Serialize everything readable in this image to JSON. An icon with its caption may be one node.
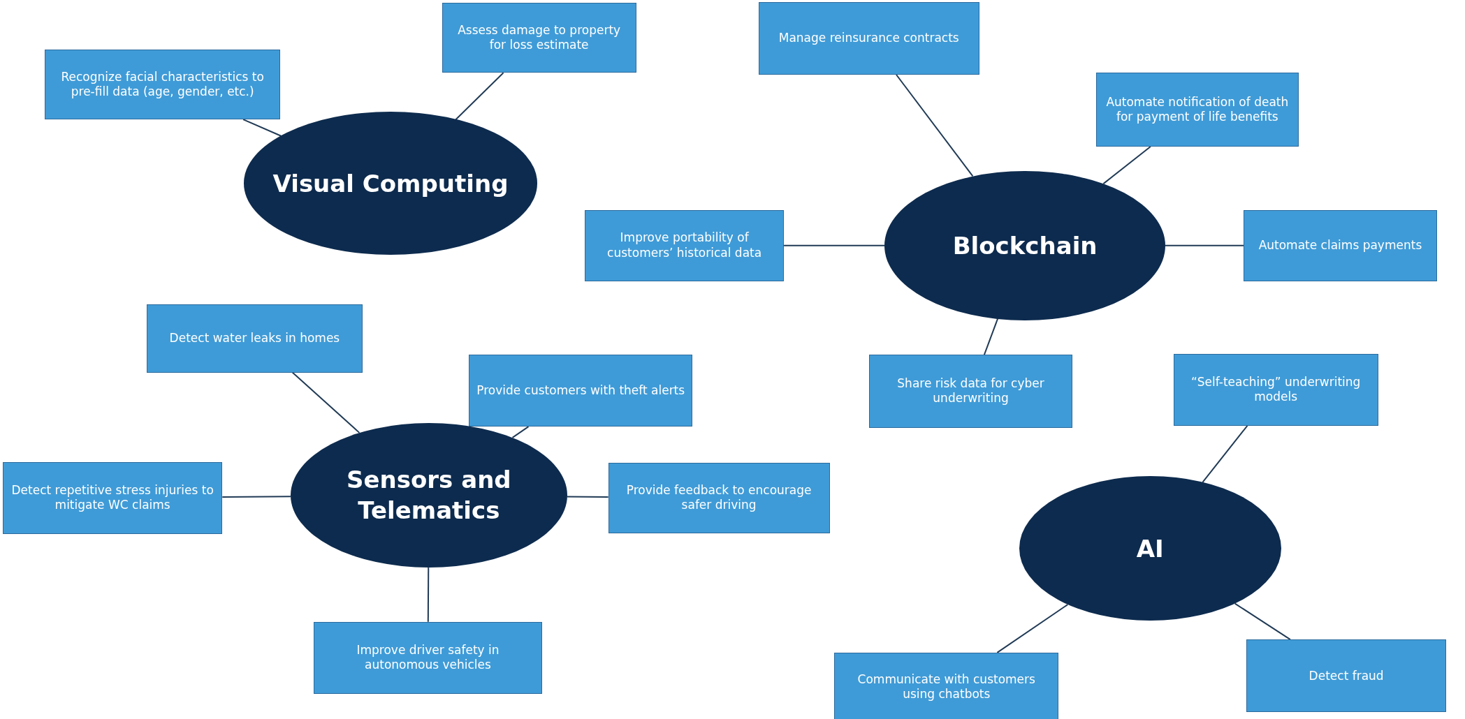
{
  "diagram": {
    "nodes": [
      {
        "text": [
          "Recognize facial characteristics to pre-fill data (age, gender, etc.)"
        ]
      },
      {
        "text": [
          "Assess damage to property for loss estimate"
        ]
      },
      {
        "text": [
          "Manage reinsurance contracts"
        ]
      },
      {
        "text": [
          "Visual Computing"
        ]
      },
      {
        "text": [
          "Automate notification of death for payment of life benefits"
        ]
      },
      {
        "text": [
          "Improve portability of customers’ historical data"
        ]
      },
      {
        "text": [
          "Blockchain"
        ]
      },
      {
        "text": [
          "Automate claims payments"
        ]
      },
      {
        "text": [
          "Detect water leaks in homes"
        ]
      },
      {
        "text": [
          "Provide customers with theft alerts"
        ]
      },
      {
        "text": [
          "Share risk data for cyber underwriting"
        ]
      },
      {
        "text": [
          "“Self-teaching” underwriting models"
        ]
      },
      {
        "text": [
          "Detect repetitive stress injuries to mitigate WC claims"
        ]
      },
      {
        "text": [
          "Sensors and Telematics"
        ]
      },
      {
        "text": [
          "Provide feedback to encourage safer driving"
        ]
      },
      {
        "text": [
          "AI"
        ]
      },
      {
        "text": [
          "Improve driver safety in autonomous vehicles"
        ]
      },
      {
        "text": [
          "Communicate with customers using chatbots"
        ]
      },
      {
        "text": [
          "Detect fraud"
        ]
      }
    ],
    "edges": [
      {
        "from": 3,
        "to": 0,
        "arrow": "none"
      },
      {
        "from": 3,
        "to": 1,
        "arrow": "none"
      },
      {
        "from": 6,
        "to": 2,
        "arrow": "none"
      },
      {
        "from": 6,
        "to": 4,
        "arrow": "none"
      },
      {
        "from": 6,
        "to": 5,
        "arrow": "none"
      },
      {
        "from": 6,
        "to": 7,
        "arrow": "none"
      },
      {
        "from": 6,
        "to": 10,
        "arrow": "none"
      },
      {
        "from": 13,
        "to": 8,
        "arrow": "none"
      },
      {
        "from": 13,
        "to": 9,
        "arrow": "none"
      },
      {
        "from": 13,
        "to": 12,
        "arrow": "none"
      },
      {
        "from": 13,
        "to": 14,
        "arrow": "none"
      },
      {
        "from": 13,
        "to": 16,
        "arrow": "none"
      },
      {
        "from": 15,
        "to": 11,
        "arrow": "none"
      },
      {
        "from": 15,
        "to": 17,
        "arrow": "none"
      },
      {
        "from": 15,
        "to": 18,
        "arrow": "none"
      }
    ]
  }
}
